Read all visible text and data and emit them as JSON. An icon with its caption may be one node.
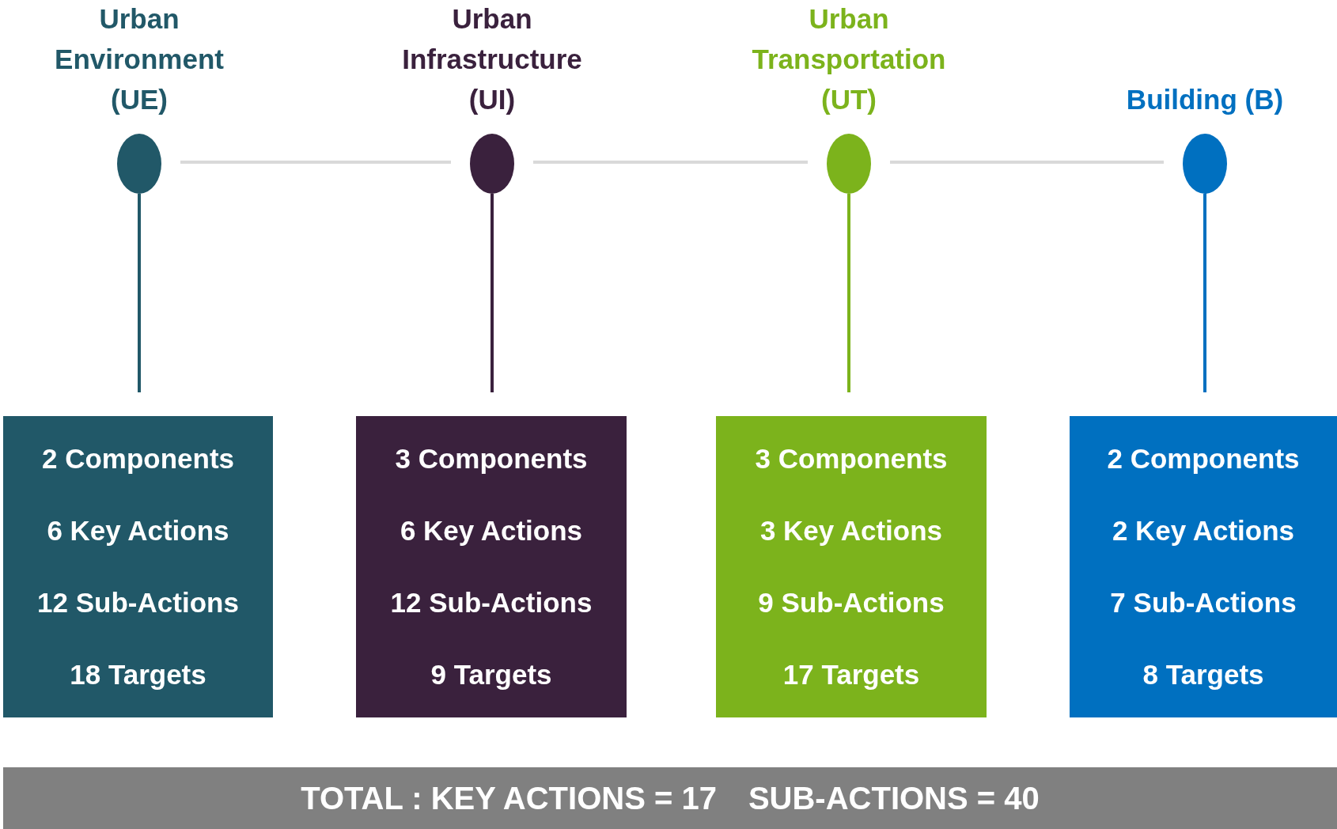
{
  "diagram": {
    "nodes": [
      {
        "text": [],
        "shape": "circle",
        "beside": [
          "Urban Environment (UE)"
        ]
      },
      {
        "text": [],
        "shape": "circle",
        "beside": [
          "Urban Infrastructure (UI)"
        ]
      },
      {
        "text": [],
        "shape": "circle",
        "beside": [
          "Urban Transportation (UT)"
        ]
      },
      {
        "text": [],
        "shape": "circle",
        "beside": [
          "Building (B)"
        ]
      },
      {
        "text": [
          "2 Components",
          "6 Key Actions",
          "12 Sub-Actions",
          "18 Targets"
        ]
      },
      {
        "text": [
          "3 Components",
          "6 Key Actions",
          "12 Sub-Actions",
          "9 Targets"
        ]
      },
      {
        "text": [
          "3 Components",
          "3 Key Actions",
          "9 Sub-Actions",
          "17 Targets"
        ]
      },
      {
        "text": [
          "2 Components",
          "2 Key Actions",
          "7 Sub-Actions",
          "8 Targets"
        ]
      },
      {
        "text": [
          "TOTAL : KEY ACTIONS = 17",
          "SUB-ACTIONS = 40"
        ]
      }
    ],
    "edges": [
      {
        "from": 0,
        "to": 1,
        "arrow": "none",
        "color": "#d9d9d9"
      },
      {
        "from": 1,
        "to": 2,
        "arrow": "none",
        "color": "#d9d9d9"
      },
      {
        "from": 2,
        "to": 3,
        "arrow": "none",
        "color": "#d9d9d9"
      },
      {
        "from": 0,
        "to": 4,
        "arrow": "none",
        "color": "#215868"
      },
      {
        "from": 1,
        "to": 5,
        "arrow": "none",
        "color": "#3a213d"
      },
      {
        "from": 2,
        "to": 6,
        "arrow": "none",
        "color": "#7cb31c"
      },
      {
        "from": 3,
        "to": 7,
        "arrow": "none",
        "color": "#0070c0"
      }
    ]
  }
}
